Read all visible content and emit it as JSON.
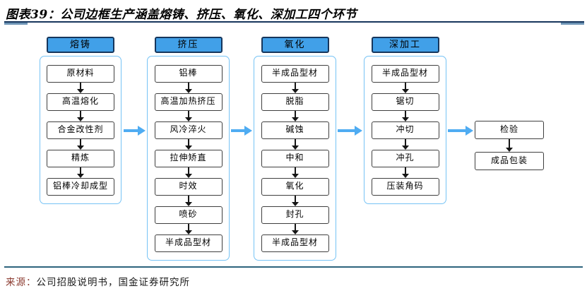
{
  "title": "图表39：公司边框生产涵盖熔铸、挤压、氧化、深加工四个环节",
  "source": {
    "prefix": "来源：",
    "text": "公司招股说明书，国金证券研究所"
  },
  "colors": {
    "stage_header_fill": "#41A0E8",
    "stage_header_border": "#16365C",
    "stage_container_border": "#76C3F5",
    "flow_arrow": "#4FACF2",
    "step_box_border": "#3F3F3F",
    "title_rule_line": "#17365D",
    "title_rule_accent": "#6D94B5",
    "bottom_rule": "#2D647D",
    "source_prefix_color": "#8B3A2F"
  },
  "stages": [
    {
      "header": "熔铸",
      "steps": [
        "原材料",
        "高温熔化",
        "合金改性剂",
        "精炼",
        "铝棒冷却成型"
      ]
    },
    {
      "header": "挤压",
      "steps": [
        "铝棒",
        "高温加热挤压",
        "风冷淬火",
        "拉伸矫直",
        "时效",
        "喷砂",
        "半成品型材"
      ]
    },
    {
      "header": "氧化",
      "steps": [
        "半成品型材",
        "脱脂",
        "碱蚀",
        "中和",
        "氧化",
        "封孔",
        "半成品型材"
      ]
    },
    {
      "header": "深加工",
      "steps": [
        "半成品型材",
        "锯切",
        "冲切",
        "冲孔",
        "压装角码"
      ]
    }
  ],
  "final_steps": [
    "检验",
    "成品包装"
  ]
}
